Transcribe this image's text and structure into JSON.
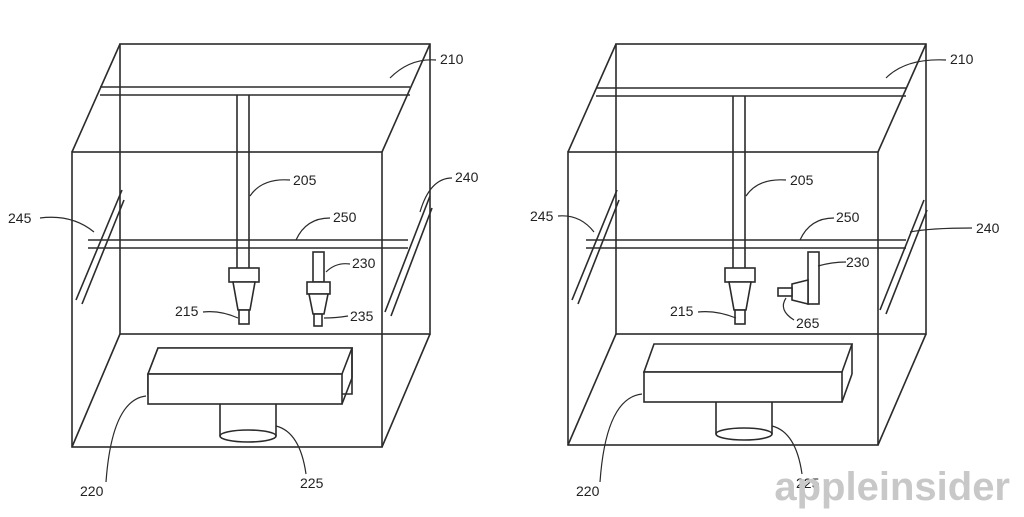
{
  "figures": [
    {
      "id": "left",
      "labels": {
        "l210": "210",
        "l205": "205",
        "l240": "240",
        "l245": "245",
        "l250": "250",
        "l230": "230",
        "l215": "215",
        "l235": "235",
        "l220": "220",
        "l225": "225"
      }
    },
    {
      "id": "right",
      "labels": {
        "l210": "210",
        "l205": "205",
        "l240": "240",
        "l245": "245",
        "l250": "250",
        "l230": "230",
        "l215": "215",
        "l265": "265",
        "l220": "220",
        "l225": "225"
      }
    }
  ],
  "watermark": "appleinsider",
  "colors": {
    "line": "#2b2b2b",
    "watermark": "#c8c8c8",
    "background": "#ffffff"
  }
}
